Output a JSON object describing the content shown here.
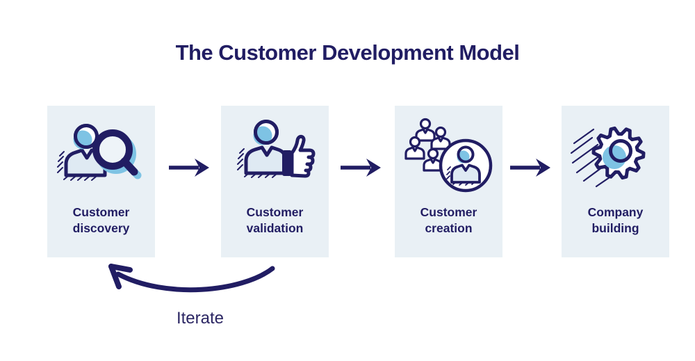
{
  "title": "The Customer Development Model",
  "iterate_label": "Iterate",
  "colors": {
    "navy": "#211d63",
    "light_blue": "#7ec3e4",
    "card_background": "#e9f0f5",
    "figure_fill": "#dfeaf3"
  },
  "stages": [
    {
      "label_line1": "Customer",
      "label_line2": "discovery",
      "icon": "person-magnifier-icon"
    },
    {
      "label_line1": "Customer",
      "label_line2": "validation",
      "icon": "person-thumbs-up-icon"
    },
    {
      "label_line1": "Customer",
      "label_line2": "creation",
      "icon": "people-group-icon"
    },
    {
      "label_line1": "Company",
      "label_line2": "building",
      "icon": "gear-icon"
    }
  ]
}
